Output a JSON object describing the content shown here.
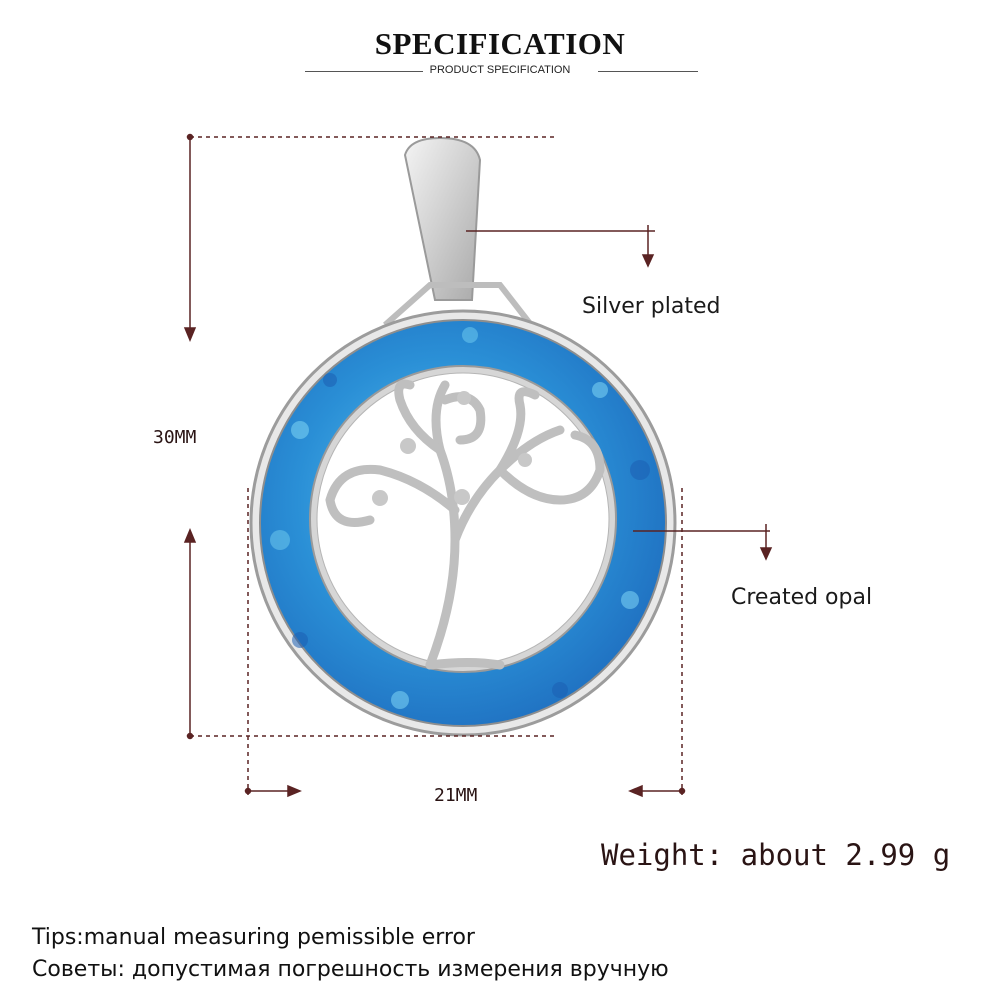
{
  "header": {
    "title": "SPECIFICATION",
    "subtitle": "PRODUCT SPECIFICATION"
  },
  "callouts": {
    "silver": "Silver plated",
    "opal": "Created opal"
  },
  "dimensions": {
    "height": "30MM",
    "width": "21MM"
  },
  "weight": "Weight: about 2.99 g",
  "tips": {
    "english": "Tips:manual measuring pemissible error",
    "russian": "Советы: допустимая погрешность измерения вручную"
  },
  "colors": {
    "opal": "#2a8fd6",
    "silver": "#d9d9d9",
    "dimension_line": "#5a2323"
  }
}
